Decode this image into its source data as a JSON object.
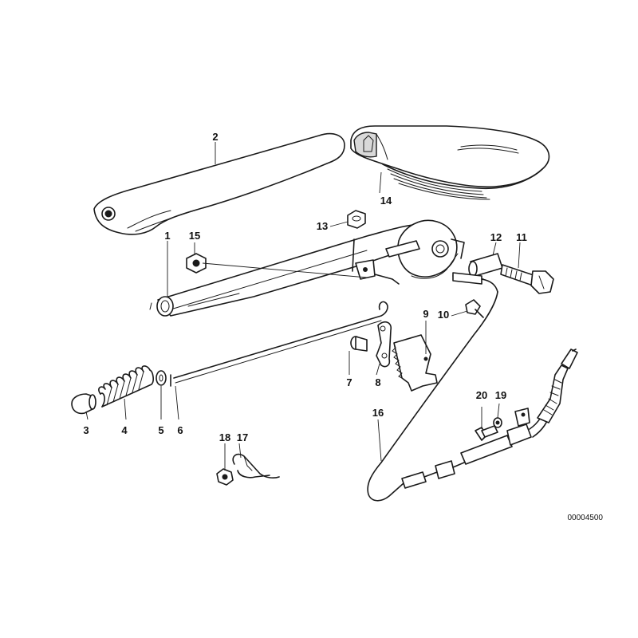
{
  "callouts": [
    "1",
    "2",
    "3",
    "4",
    "5",
    "6",
    "7",
    "8",
    "9",
    "10",
    "11",
    "12",
    "13",
    "14",
    "15",
    "16",
    "17",
    "18",
    "19",
    "20"
  ],
  "reference_number": "00004500"
}
